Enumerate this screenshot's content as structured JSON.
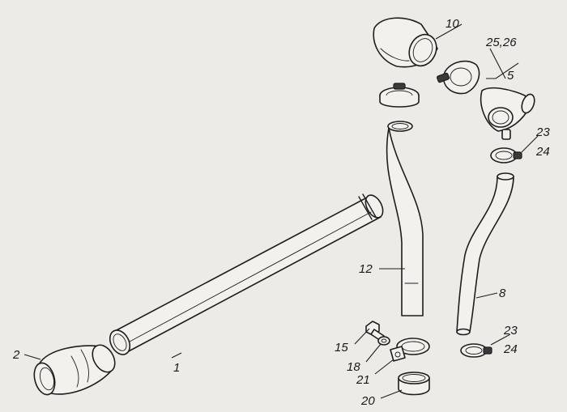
{
  "diagram": {
    "callouts": {
      "c1": "1",
      "c2": "2",
      "c5": "5",
      "c8": "8",
      "c10": "10",
      "c12": "12",
      "c15": "15",
      "c18": "18",
      "c20": "20",
      "c21": "21",
      "c23a": "23",
      "c24a": "24",
      "c23b": "23",
      "c24b": "24",
      "c2526": "25,26"
    }
  }
}
